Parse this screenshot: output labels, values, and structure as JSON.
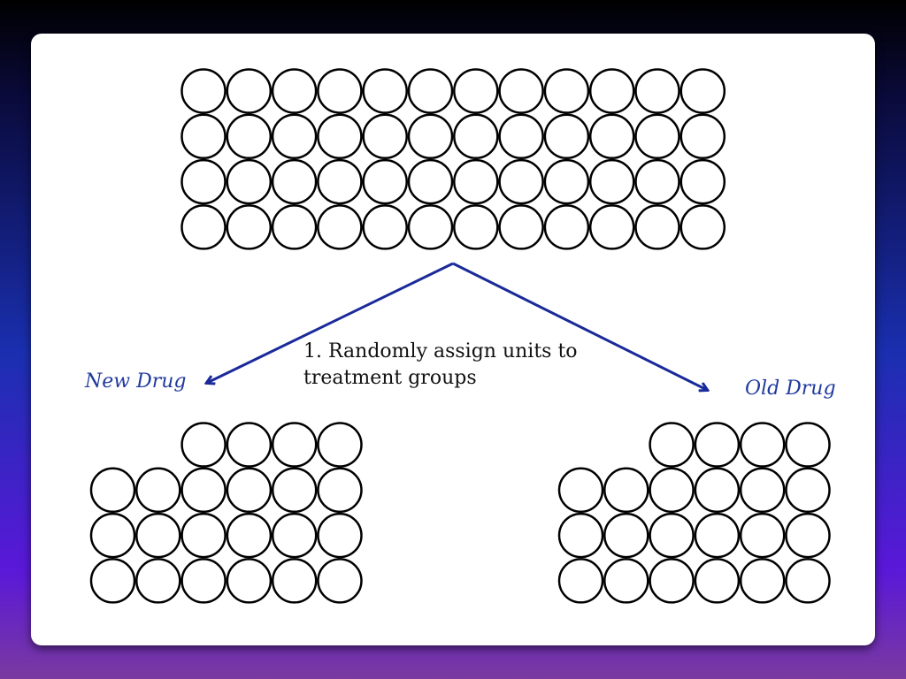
{
  "step": {
    "text": "1. Randomly assign units to treatment groups"
  },
  "groups": {
    "new_drug": {
      "label": "New Drug"
    },
    "old_drug": {
      "label": "Old Drug"
    }
  },
  "colors": {
    "arrow": "#1a2a9a",
    "label": "#1f3a9e",
    "circle_stroke": "#000000"
  },
  "population": {
    "rows": 4,
    "cols": 12,
    "units": 48
  },
  "new_drug_group": {
    "row_counts": [
      4,
      6,
      6,
      6
    ],
    "units": 22
  },
  "old_drug_group": {
    "row_counts": [
      4,
      6,
      6,
      6
    ],
    "units": 22
  }
}
